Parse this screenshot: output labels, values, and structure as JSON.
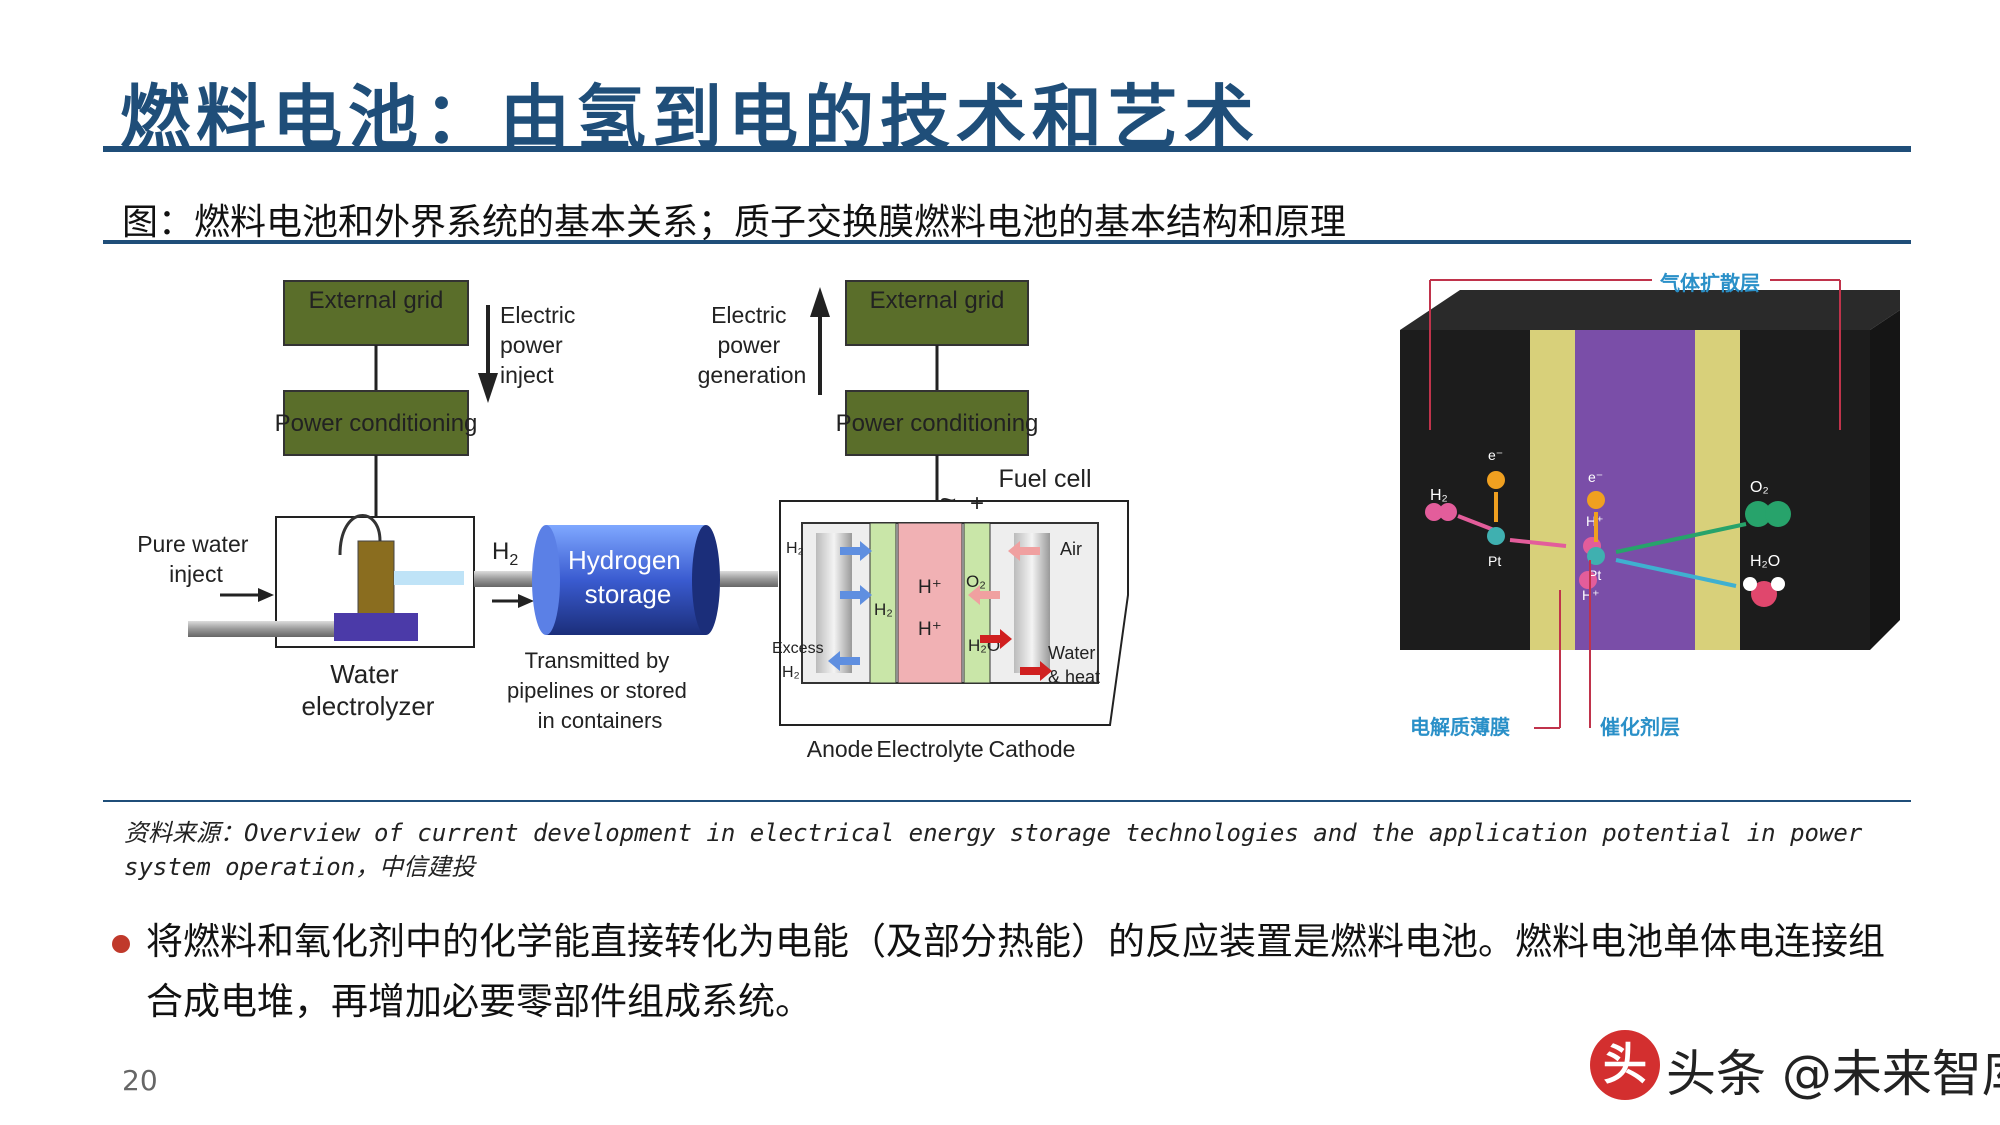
{
  "title": "燃料电池：由氢到电的技术和艺术",
  "subtitle": "图：燃料电池和外界系统的基本关系；质子交换膜燃料电池的基本结构和原理",
  "left_diagram": {
    "external_grid": "External grid",
    "power_conditioning": "Power conditioning",
    "electric_power_inject": [
      "Electric",
      "power",
      "inject"
    ],
    "electric_power_generation": [
      "Electric",
      "power",
      "generation"
    ],
    "pure_water_inject": [
      "Pure water",
      "inject"
    ],
    "water_electrolyzer": [
      "Water",
      "electrolyzer"
    ],
    "h2_label": "H",
    "h2_sub": "2",
    "hydrogen_storage": [
      "Hydrogen",
      "storage"
    ],
    "transmitted": [
      "Transmitted by",
      "pipelines or stored",
      "in containers"
    ],
    "fuel_cell": "Fuel cell",
    "air": "Air",
    "water_heat": [
      "Water",
      "& heat"
    ],
    "excess_h2": [
      "Excess",
      "H₂"
    ],
    "h2_in": "H₂",
    "h2_inner": "H₂",
    "o2_inner": "O₂",
    "h2o_inner": "H₂O",
    "h_plus": "H⁺",
    "anode": "Anode",
    "electrolyte": "Electrolyte",
    "cathode": "Cathode",
    "minus": "−",
    "plus": "+",
    "tilde": "~"
  },
  "right_diagram": {
    "gas_diffusion_layer": "气体扩散层",
    "membrane": "电解质薄膜",
    "catalyst_layer": "催化剂层",
    "h2": "H₂",
    "o2": "O₂",
    "h2o": "H₂O",
    "e_minus": "e⁻",
    "pt": "Pt",
    "h_plus": "H⁺"
  },
  "source": "资料来源：Overview of current development in electrical energy storage technologies and the application potential in power system operation，中信建投",
  "bullet": "将燃料和氧化剂中的化学能直接转化为电能（及部分热能）的反应装置是燃料电池。燃料电池单体电连接组合成电堆，再增加必要零部件组成系统。",
  "page_number": "20",
  "watermark": {
    "logo": "头",
    "text": "头条 @未来智库"
  },
  "colors": {
    "title": "#1f4e79",
    "green_box": "#5a6e2a",
    "bullet": "#c0392b"
  }
}
